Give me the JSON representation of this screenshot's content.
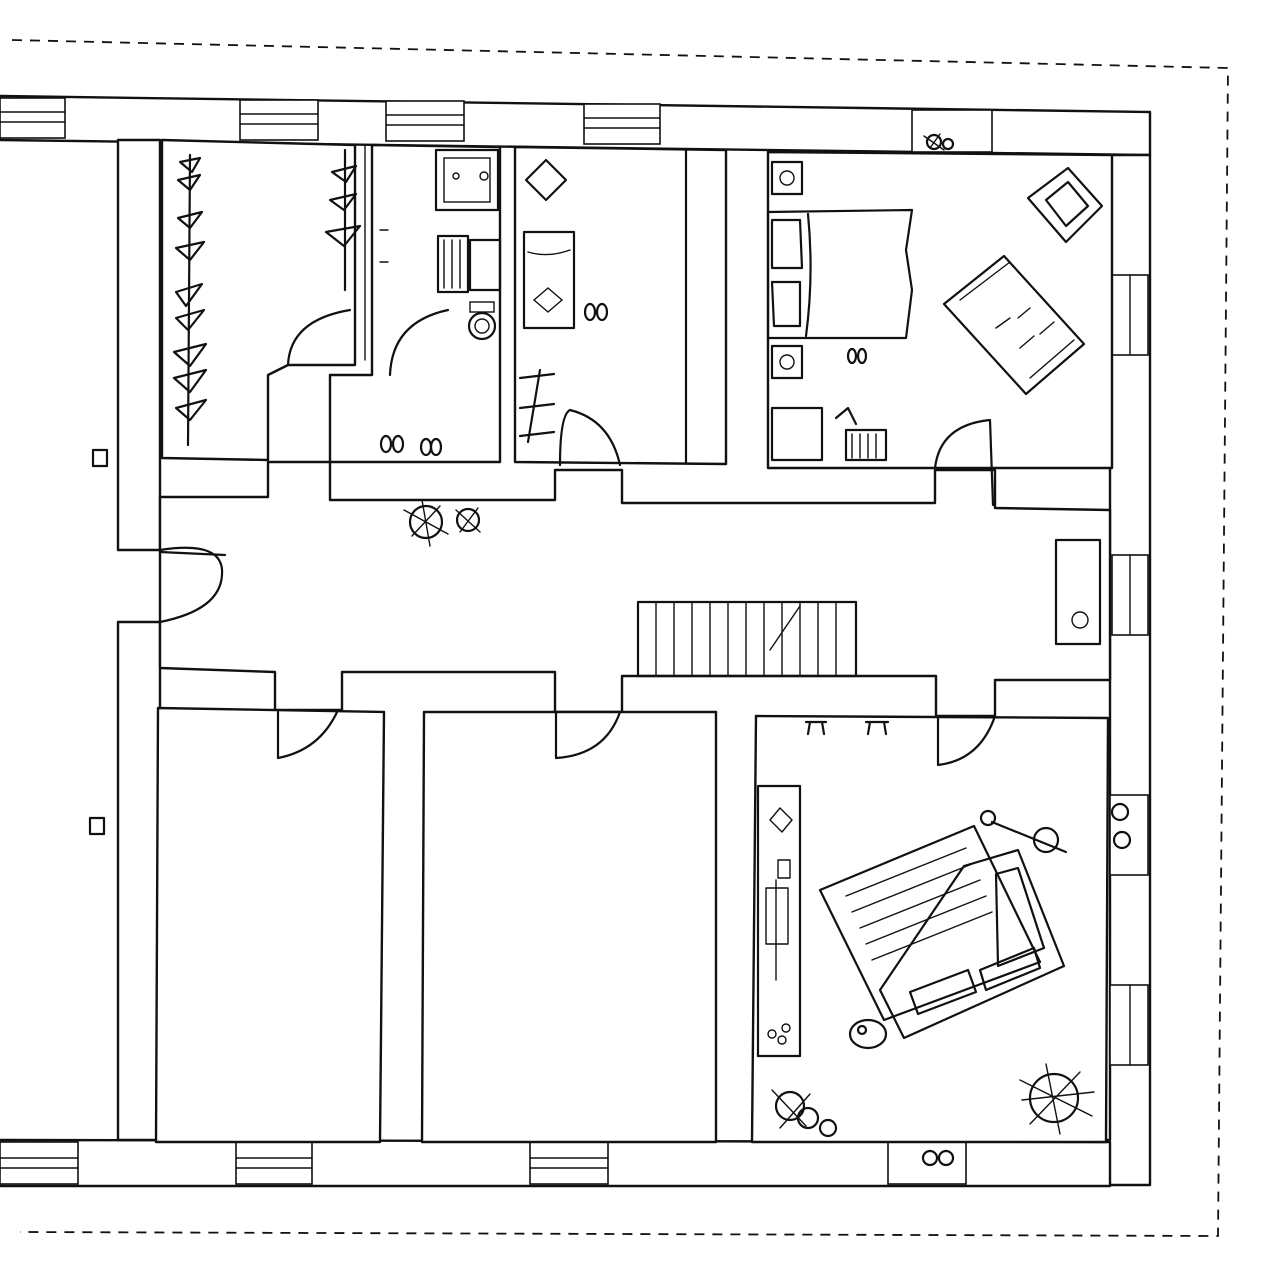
{
  "colors": {
    "ink": "#111111",
    "paper": "#ffffff"
  },
  "plan": {
    "rooms": [
      {
        "id": "closet",
        "furniture": [
          "hanging-rail",
          "hanging-clothes"
        ]
      },
      {
        "id": "bathroom",
        "furniture": [
          "sink",
          "radiator",
          "toilet",
          "slippers"
        ]
      },
      {
        "id": "study",
        "furniture": [
          "bench",
          "cushion",
          "slippers",
          "bookshelf"
        ]
      },
      {
        "id": "bedroom",
        "furniture": [
          "double-bed",
          "armchair",
          "rug",
          "nightstand",
          "desk",
          "slippers",
          "plant"
        ]
      },
      {
        "id": "hallway",
        "furniture": [
          "staircase",
          "console-table",
          "plant",
          "slippers"
        ]
      },
      {
        "id": "living-room",
        "furniture": [
          "sofa",
          "rug",
          "floor-lamp",
          "tv-unit",
          "stools",
          "plants",
          "shoes"
        ]
      },
      {
        "id": "empty-room-left"
      },
      {
        "id": "empty-room-middle"
      }
    ],
    "icons": [
      "plant-icon",
      "slippers-icon",
      "lamp-icon",
      "power-outlet-icon"
    ]
  }
}
